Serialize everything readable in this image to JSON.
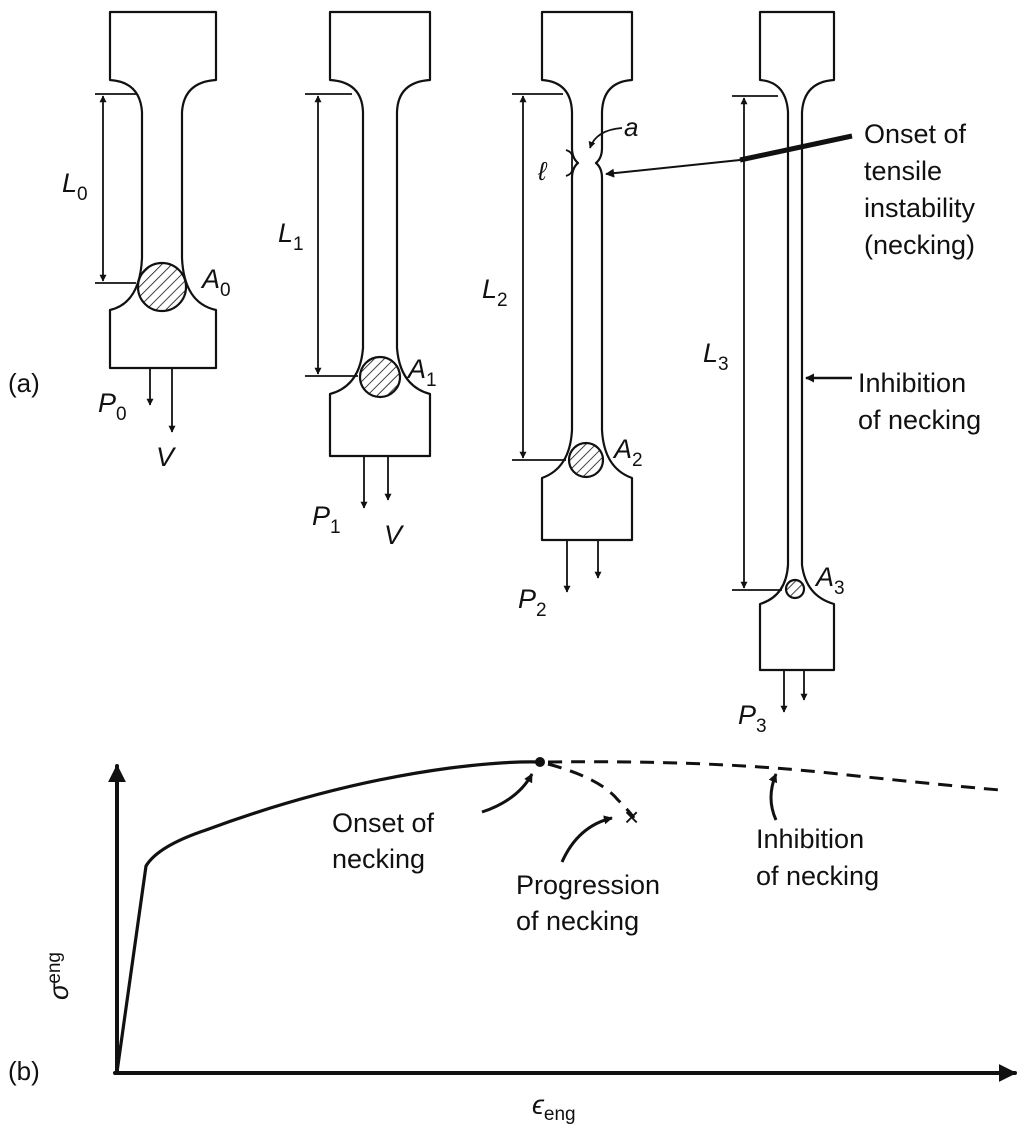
{
  "part_a": {
    "panel_label": "(a)",
    "specimens": [
      {
        "length": "L",
        "length_sub": "0",
        "area": "A",
        "area_sub": "0",
        "load": "P",
        "load_sub": "0",
        "velocity": "V"
      },
      {
        "length": "L",
        "length_sub": "1",
        "area": "A",
        "area_sub": "1",
        "load": "P",
        "load_sub": "1",
        "velocity": "V"
      },
      {
        "length": "L",
        "length_sub": "2",
        "area": "A",
        "area_sub": "2",
        "load": "P",
        "load_sub": "2",
        "neck_length": "ℓ",
        "neck_radius": "a"
      },
      {
        "length": "L",
        "length_sub": "3",
        "area": "A",
        "area_sub": "3",
        "load": "P",
        "load_sub": "3"
      }
    ],
    "callouts": {
      "onset_instability": [
        "Onset of",
        "tensile",
        "instability",
        "(necking)"
      ],
      "inhibition": [
        "Inhibition",
        "of necking"
      ]
    }
  },
  "part_b": {
    "panel_label": "(b)",
    "y_axis": {
      "symbol": "σ",
      "sub": "eng"
    },
    "x_axis": {
      "symbol": "ϵ",
      "sub": "eng"
    },
    "annotations": {
      "onset": [
        "Onset of",
        "necking"
      ],
      "progression": [
        "Progression",
        "of necking"
      ],
      "inhibition": [
        "Inhibition",
        "of necking"
      ]
    },
    "failure_marker": "×"
  }
}
